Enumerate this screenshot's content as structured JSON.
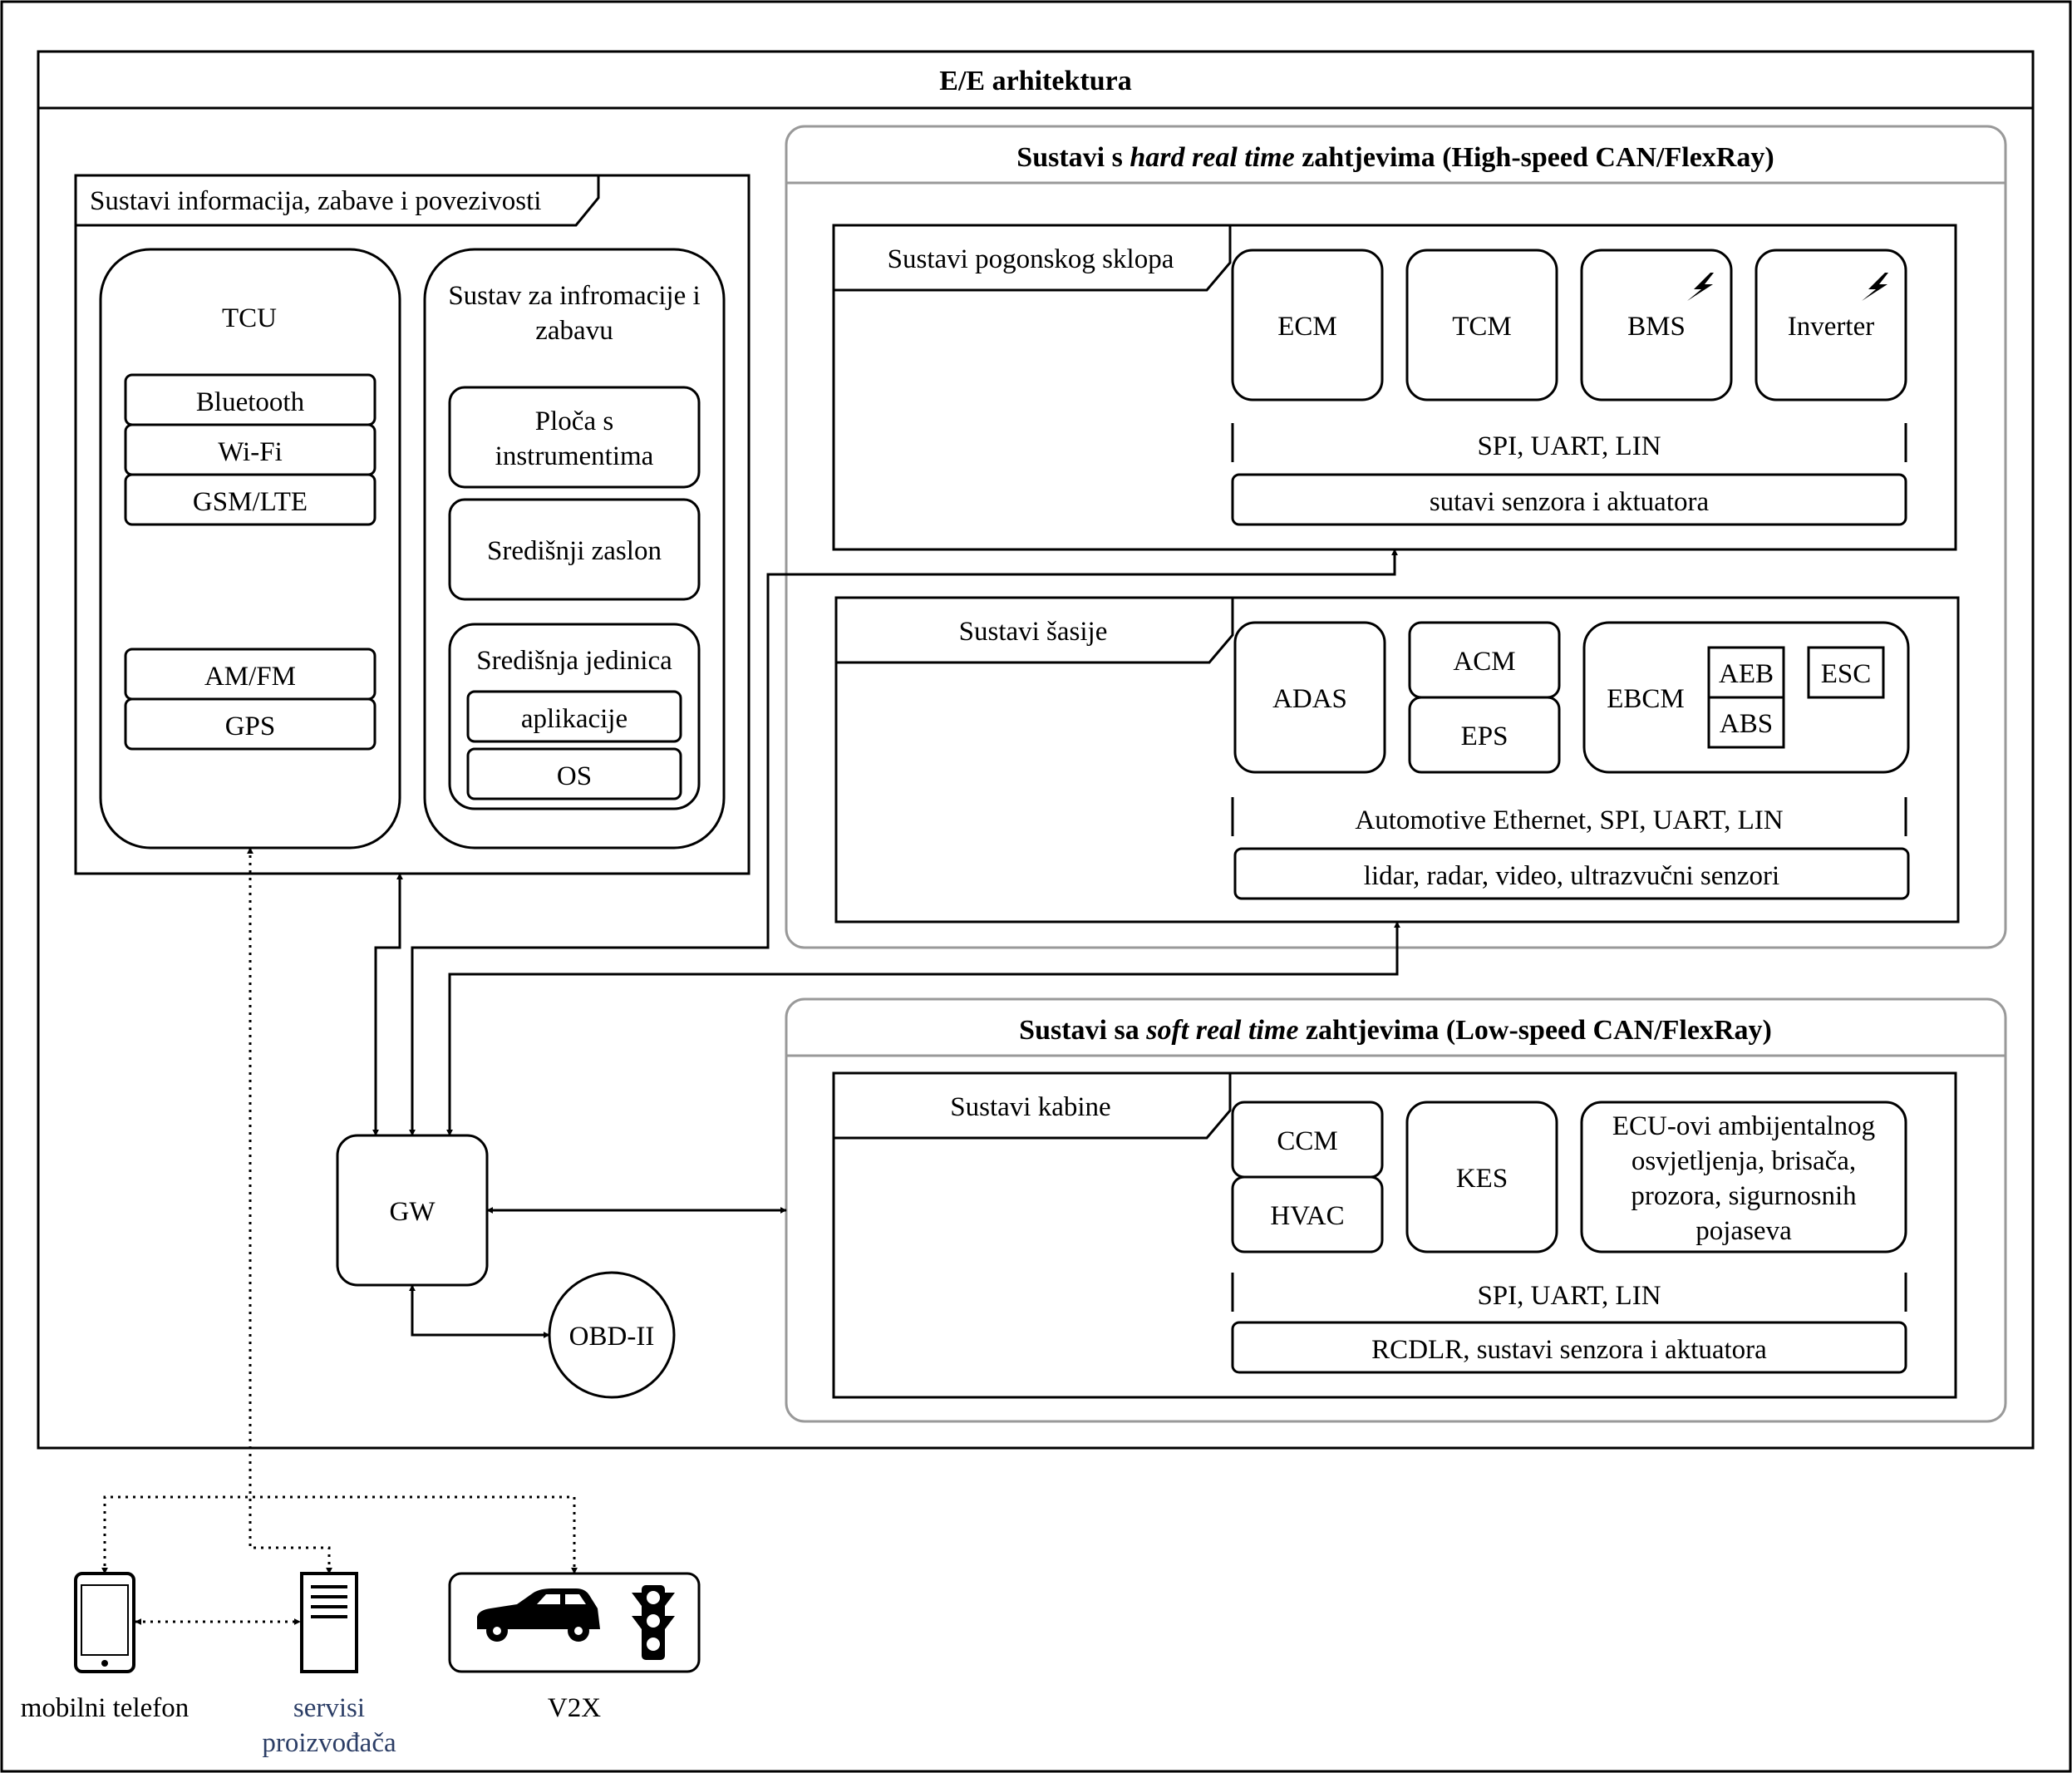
{
  "title": "E/E arhitektura",
  "infotainment": {
    "title": "Sustavi informacija, zabave i povezivosti",
    "tcu": {
      "label": "TCU",
      "items": [
        "Bluetooth",
        "Wi-Fi",
        "GSM/LTE",
        "AM/FM",
        "GPS"
      ]
    },
    "ivi": {
      "label_line1": "Sustav za infromacije i",
      "label_line2": "zabavu",
      "cluster_line1": "Ploča s",
      "cluster_line2": "instrumentima",
      "display": "Središnji zaslon",
      "head_unit": "Središnja jedinica",
      "apps": "aplikacije",
      "os": "OS"
    }
  },
  "hard_rt": {
    "title_pre": "Sustavi s ",
    "title_ital": "hard real time",
    "title_post": " zahtjevima (High-speed CAN/FlexRay)",
    "powertrain": {
      "title": "Sustavi pogonskog sklopa",
      "ecus": [
        "ECM",
        "TCM",
        "BMS",
        "Inverter"
      ],
      "bus": "SPI, UART, LIN",
      "sensors": "sutavi senzora i aktuatora"
    },
    "chassis": {
      "title": "Sustavi šasije",
      "adas": "ADAS",
      "acm": "ACM",
      "eps": "EPS",
      "ebcm": "EBCM",
      "aeb": "AEB",
      "abs": "ABS",
      "esc": "ESC",
      "bus": "Automotive Ethernet, SPI, UART, LIN",
      "sensors": "lidar, radar, video, ultrazvučni senzori"
    }
  },
  "soft_rt": {
    "title_pre": "Sustavi sa ",
    "title_ital": "soft real time",
    "title_post": " zahtjevima (Low-speed CAN/FlexRay)",
    "cabin": {
      "title": "Sustavi kabine",
      "ccm": "CCM",
      "hvac": "HVAC",
      "kes": "KES",
      "ambient": [
        "ECU-ovi ambijentalnog",
        "osvjetljenja, brisača,",
        "prozora, sigurnosnih",
        "pojaseva"
      ],
      "bus": "SPI, UART, LIN",
      "sensors": "RCDLR, sustavi senzora i aktuatora"
    }
  },
  "gw": "GW",
  "obd": "OBD-II",
  "external": {
    "phone": "mobilni telefon",
    "services_line1": "servisi",
    "services_line2": "proizvođača",
    "v2x": "V2X"
  },
  "colors": {
    "services_label": "#2c3e66",
    "group_border": "#999999"
  },
  "icons": [
    "bolt-icon",
    "phone-icon",
    "server-icon",
    "car-icon",
    "traffic-light-icon"
  ]
}
